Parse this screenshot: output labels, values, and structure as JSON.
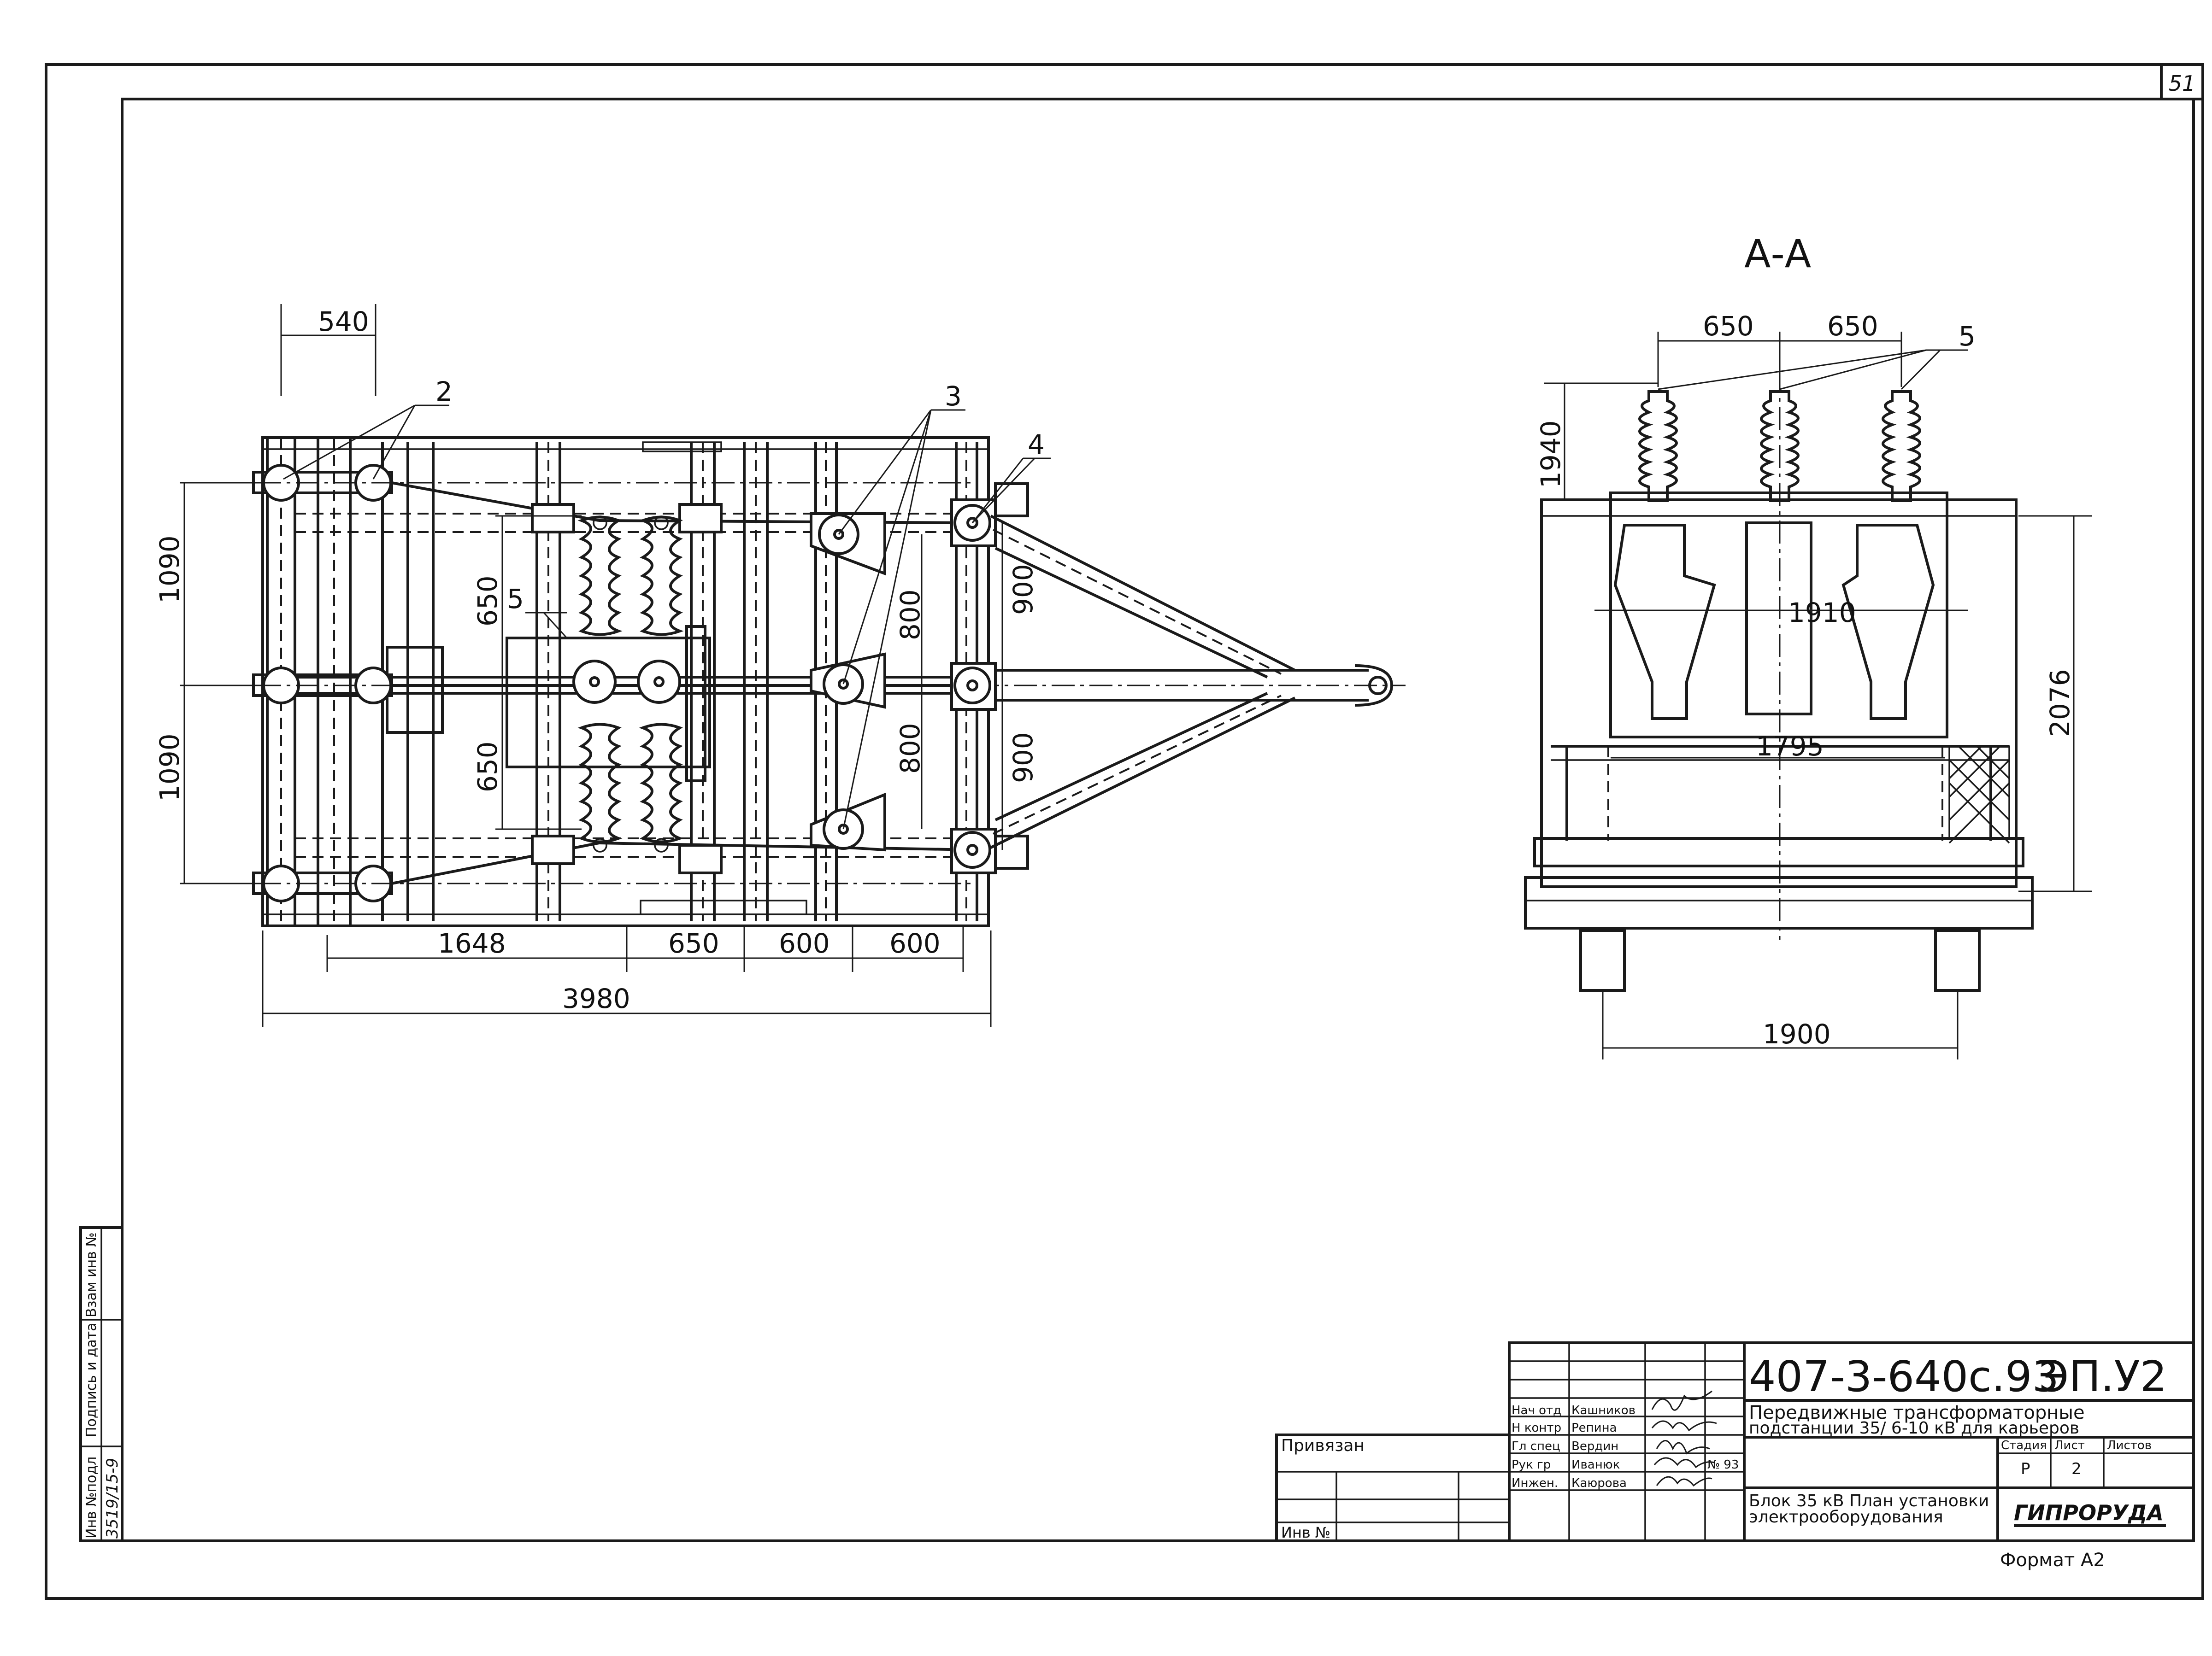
{
  "sheet": {
    "number": "51",
    "format": "Формат А2"
  },
  "left_view": {
    "dims": {
      "d540": "540",
      "d1090_top": "1090",
      "d1090_bottom": "1090",
      "d650_upper": "650",
      "d650_lower": "650",
      "d800_upper": "800",
      "d800_lower": "800",
      "d900_upper": "900",
      "d900_lower": "900",
      "d1648": "1648",
      "d650_bottom": "650",
      "d600_a": "600",
      "d600_b": "600",
      "d3980": "3980"
    },
    "labels": {
      "l2": "2",
      "l3": "3",
      "l4": "4",
      "l5": "5"
    }
  },
  "section_view": {
    "title": "А-А",
    "dims": {
      "d650_a": "650",
      "d650_b": "650",
      "d1940": "1940",
      "d1910": "1910",
      "d1795": "1795",
      "d2076": "2076",
      "d1900": "1900"
    },
    "labels": {
      "l5": "5"
    }
  },
  "side_stamp": {
    "inv_podl_label": "Инв №подл",
    "inv_podl_value": "3519/15-9",
    "podpis_label": "Подпись и дата",
    "vzam_label": "Взам инв №"
  },
  "binding_block": {
    "privyazan": "Привязан",
    "inv_no": "Инв №"
  },
  "title_block": {
    "code": "407-3-640с.93",
    "doc": "ЭП.У2",
    "roles": [
      "Нач отд",
      "Н контр",
      "Гл спец",
      "Рук гр",
      "Инжен."
    ],
    "names": [
      "Кашников",
      "Репина",
      "Вердин",
      "Иванюк",
      "Каюрова"
    ],
    "extra_mark": "№ 93",
    "project": "Передвижные трансформаторные подстанции 35/ 6-10 кВ для карьеров",
    "project_line1": "Передвижные трансформаторные",
    "project_line2": "подстанции 35/ 6-10 кВ для карьеров",
    "stage_label": "Стадия",
    "sheet_label": "Лист",
    "sheets_label": "Листов",
    "stage_value": "Р",
    "sheet_value": "2",
    "sheets_value": "",
    "sheet_title_line1": "Блок 35 кВ План установки",
    "sheet_title_line2": "электрооборудования",
    "org": "ГИПРОРУДА"
  }
}
